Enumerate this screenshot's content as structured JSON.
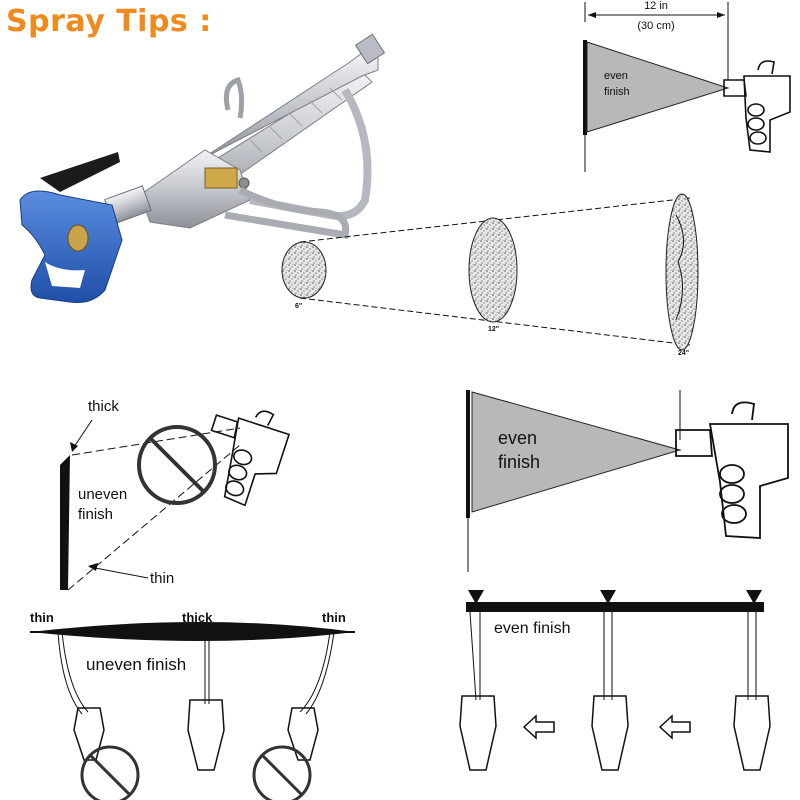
{
  "title": "Spray Tips :",
  "distance_panel": {
    "distance_label": "12 in",
    "distance_metric": "(30 cm)",
    "finish_label_line1": "even",
    "finish_label_line2": "finish"
  },
  "pattern_panel": {
    "sizes": [
      "6\"",
      "12\"",
      "24\""
    ]
  },
  "angle_panel": {
    "thick_label": "thick",
    "uneven_line1": "uneven",
    "uneven_line2": "finish",
    "thin_label": "thin"
  },
  "even_panel": {
    "finish_line1": "even",
    "finish_line2": "finish"
  },
  "arc_panel": {
    "left_label": "thin",
    "center_label": "thick",
    "right_label": "thin",
    "uneven_label": "uneven finish"
  },
  "straight_panel": {
    "even_label": "even finish"
  },
  "colors": {
    "title": "#f08a1c",
    "tip_guard": "#2f66c9",
    "gun_metal": "#c9ccd1",
    "cone_fill": "#b8b8b8"
  },
  "icons": [
    "spray-gun-photo",
    "spray-gun-icon",
    "no-symbol-icon",
    "hand-spray-icon",
    "arrow-left-icon",
    "marker-triangle-icon"
  ]
}
